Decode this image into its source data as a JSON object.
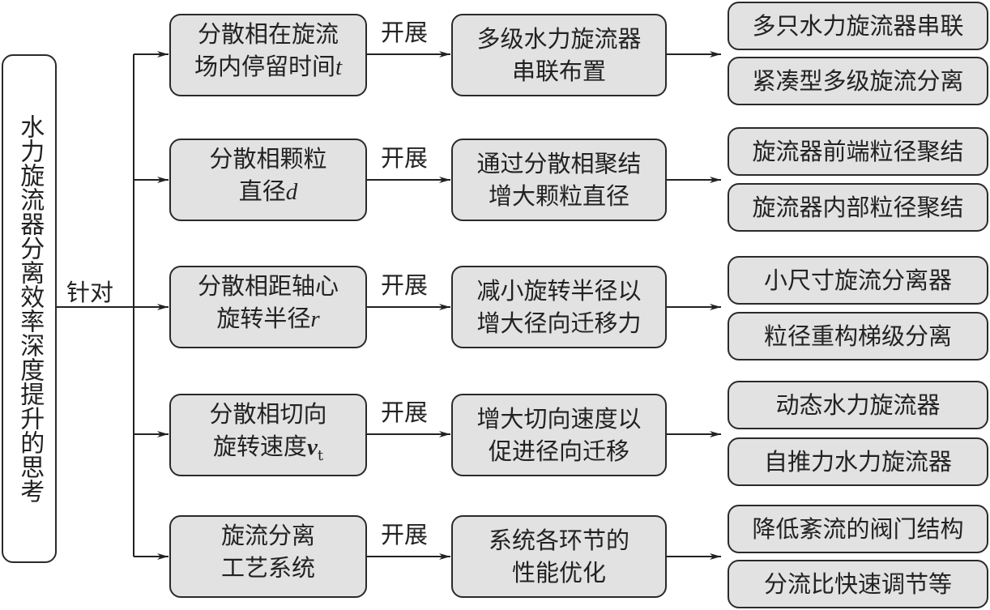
{
  "root": "水力旋流器分离效率深度提升的思考",
  "root_edge_label": "针对",
  "edge_label": "开展",
  "rows": [
    {
      "factor_line1": "分散相在旋流",
      "factor_line2": "场内停留时间",
      "factor_var": "t",
      "factor_sub": "",
      "approach_line1": "多级水力旋流器",
      "approach_line2": "串联布置",
      "results": [
        "多只水力旋流器串联",
        "紧凑型多级旋流分离"
      ]
    },
    {
      "factor_line1": "分散相颗粒",
      "factor_line2": "直径",
      "factor_var": "d",
      "factor_sub": "",
      "approach_line1": "通过分散相聚结",
      "approach_line2": "增大颗粒直径",
      "results": [
        "旋流器前端粒径聚结",
        "旋流器内部粒径聚结"
      ]
    },
    {
      "factor_line1": "分散相距轴心",
      "factor_line2": "旋转半径",
      "factor_var": "r",
      "factor_sub": "",
      "approach_line1": "减小旋转半径以",
      "approach_line2": "增大径向迁移力",
      "results": [
        "小尺寸旋流分离器",
        "粒径重构梯级分离"
      ]
    },
    {
      "factor_line1": "分散相切向",
      "factor_line2": "旋转速度",
      "factor_var": "v",
      "factor_sub": "t",
      "approach_line1": "增大切向速度以",
      "approach_line2": "促进径向迁移",
      "results": [
        "动态水力旋流器",
        "自推力水力旋流器"
      ]
    },
    {
      "factor_line1": "旋流分离",
      "factor_line2": "工艺系统",
      "factor_var": "",
      "factor_sub": "",
      "approach_line1": "系统各环节的",
      "approach_line2": "性能优化",
      "results": [
        "降低紊流的阀门结构",
        "分流比快速调节等"
      ]
    }
  ],
  "colors": {
    "box_fill": "#e2e2e2",
    "stroke": "#2a2a2a"
  }
}
